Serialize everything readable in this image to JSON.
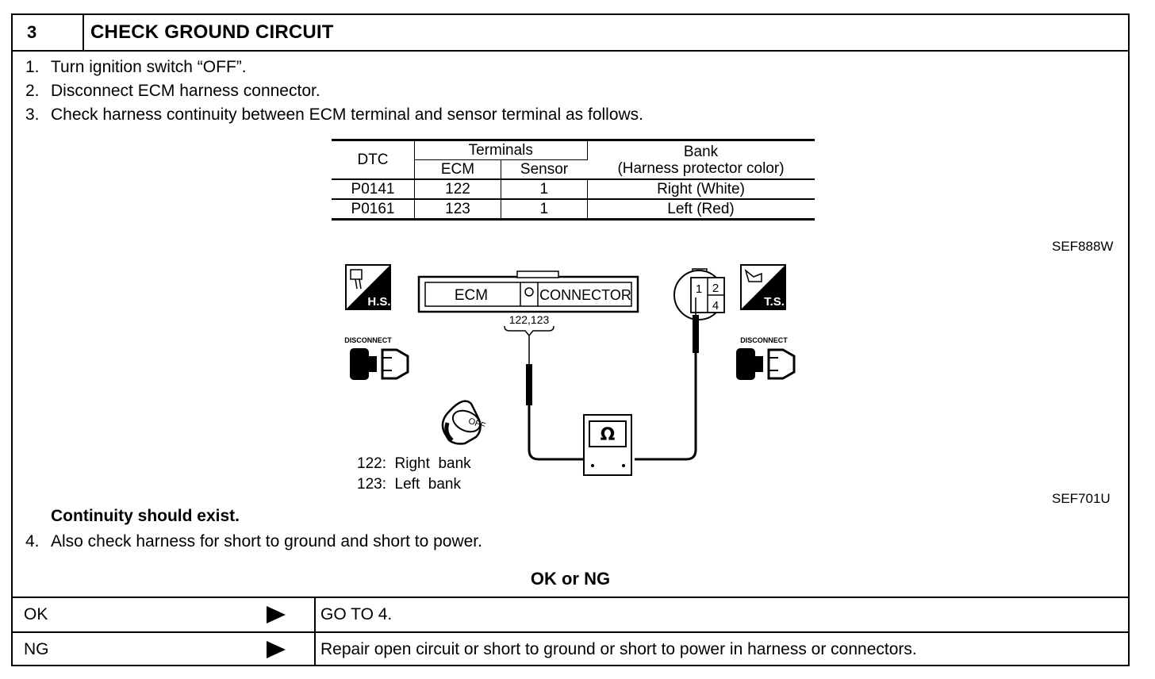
{
  "header": {
    "step_number": "3",
    "title": "CHECK GROUND CIRCUIT"
  },
  "steps": [
    {
      "num": "1.",
      "text": "Turn ignition switch “OFF”."
    },
    {
      "num": "2.",
      "text": "Disconnect ECM harness connector."
    },
    {
      "num": "3.",
      "text": "Check harness continuity between ECM terminal and sensor terminal as follows."
    },
    {
      "num": "4.",
      "text": "Also check harness for short to ground and short to power."
    }
  ],
  "spec_table": {
    "col_dtc": "DTC",
    "col_terminals": "Terminals",
    "col_ecm": "ECM",
    "col_sensor": "Sensor",
    "col_bank_1": "Bank",
    "col_bank_2": "(Harness protector color)",
    "rows": [
      {
        "dtc": "P0141",
        "ecm": "122",
        "sensor": "1",
        "bank": "Right (White)"
      },
      {
        "dtc": "P0161",
        "ecm": "123",
        "sensor": "1",
        "bank": "Left (Red)"
      }
    ]
  },
  "figure_codes": {
    "table_code": "SEF888W",
    "diagram_code": "SEF701U"
  },
  "diagram": {
    "hs_label": "H.S.",
    "ts_label": "T.S.",
    "disconnect_left": "DISCONNECT",
    "disconnect_right": "DISCONNECT",
    "ecm_label": "ECM",
    "connector_label": "CONNECTOR",
    "terminal_label": "122,123",
    "sensor_pin_1": "1",
    "sensor_pin_2": "2",
    "sensor_pin_4": "4",
    "key_label": "OFF",
    "meter_symbol": "Ω",
    "legend_1": "122:  Right  bank",
    "legend_2": "123:  Left  bank"
  },
  "continuity_note": "Continuity should exist.",
  "ok_ng_title": "OK or NG",
  "results": [
    {
      "label": "OK",
      "action": "GO TO 4."
    },
    {
      "label": "NG",
      "action": "Repair open circuit or short to ground or short to power in harness or connectors."
    }
  ]
}
